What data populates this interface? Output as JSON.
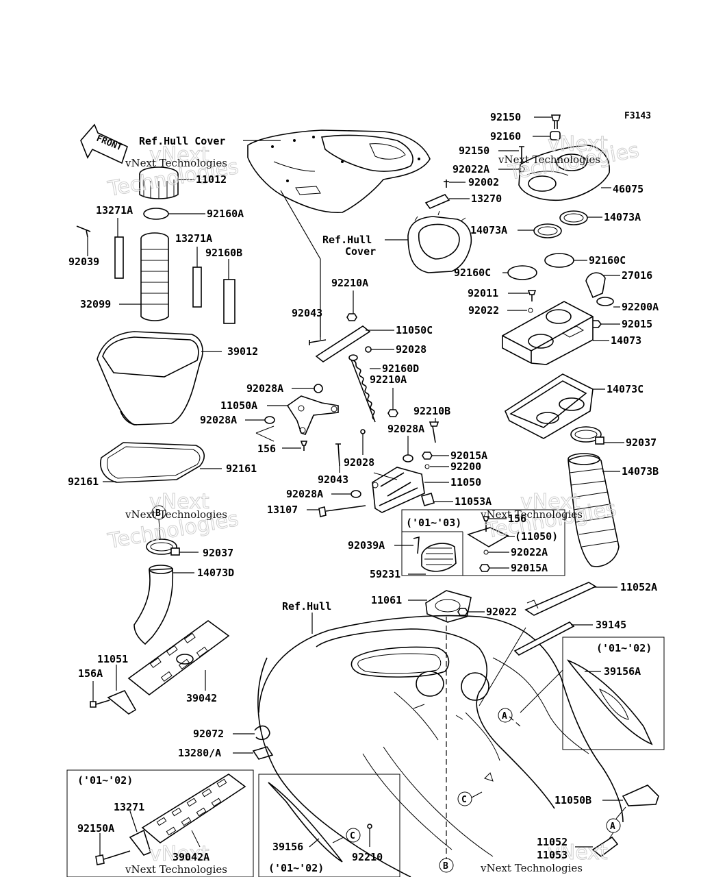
{
  "figure_code": "F3143",
  "front_arrow_label": "FRONT",
  "watermark": {
    "brand": "vNext",
    "line1": "Technologies",
    "caption": "vNext Technologies"
  },
  "references": {
    "hull_cover_top": "Ref.Hull Cover",
    "hull_cover_mid_1": "Ref.Hull",
    "hull_cover_mid_2": "Cover",
    "hull": "Ref.Hull"
  },
  "year_boxes": {
    "box_01_03": "('01~'03)",
    "box_01_02_right": "('01~'02)",
    "box_01_02_bottom_left": "('01~'02)",
    "box_01_02_bottom_mid": "('01~'02)"
  },
  "callout_letters": {
    "a": "A",
    "b": "B",
    "c": "C"
  },
  "parts": {
    "p92150": "92150",
    "p92160": "92160",
    "p92150_2": "92150",
    "p92022A": "92022A",
    "p92002": "92002",
    "p46075": "46075",
    "p13270": "13270",
    "p14073A_l": "14073A",
    "p14073A_r": "14073A",
    "p92160C_l": "92160C",
    "p92160C_r": "92160C",
    "p27016": "27016",
    "p92011": "92011",
    "p92200A": "92200A",
    "p92022": "92022",
    "p92015": "92015",
    "p14073": "14073",
    "p14073C": "14073C",
    "p92037_r": "92037",
    "p14073B": "14073B",
    "p11012": "11012",
    "p13271A_1": "13271A",
    "p92160A": "92160A",
    "p13271A_2": "13271A",
    "p92039": "92039",
    "p92160B": "92160B",
    "p32099": "32099",
    "p39012": "39012",
    "p92161_r": "92161",
    "p92161_l": "92161",
    "p92037_l": "92037",
    "p14073D": "14073D",
    "p92210A_1": "92210A",
    "p92043_1": "92043",
    "p11050C": "11050C",
    "p92028_1": "92028",
    "p92160D": "92160D",
    "p92210A_2": "92210A",
    "p92028A_1": "92028A",
    "p11050A": "11050A",
    "p92028A_2": "92028A",
    "p156_1": "156",
    "p92210B": "92210B",
    "p92028A_3": "92028A",
    "p92028_2": "92028",
    "p92015A_1": "92015A",
    "p92200": "92200",
    "p92043_2": "92043",
    "p11050_1": "11050",
    "p92028A_4": "92028A",
    "p11053A": "11053A",
    "p13107": "13107",
    "p156_2": "156",
    "p11050_2": "(11050)",
    "p92039A": "92039A",
    "p92022A_2": "92022A",
    "p59231": "59231",
    "p92015A_2": "92015A",
    "p11061": "11061",
    "p92022_2": "92022",
    "p11052A": "11052A",
    "p39145": "39145",
    "p39156A": "39156A",
    "p11051": "11051",
    "p156A": "156A",
    "p39042": "39042",
    "p92072": "92072",
    "p13280A": "13280/A",
    "p13271": "13271",
    "p92150A": "92150A",
    "p39042A": "39042A",
    "p39156": "39156",
    "p92210": "92210",
    "p11050B": "11050B",
    "p11052": "11052",
    "p11053": "11053"
  }
}
